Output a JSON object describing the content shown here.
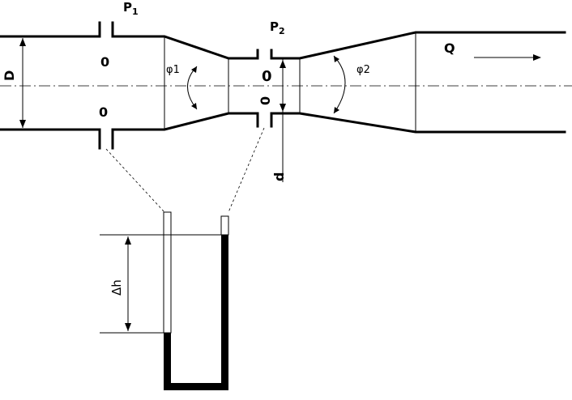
{
  "labels": {
    "p1": "P",
    "p1_sub": "1",
    "p2": "P",
    "p2_sub": "2",
    "D": "D",
    "d": "d",
    "Q": "Q",
    "phi1": "φ1",
    "phi2": "φ2",
    "dh": "Δh",
    "section1_top": "0",
    "section1_bottom": "0",
    "section2_top": "0",
    "section2_bottom": "0"
  }
}
